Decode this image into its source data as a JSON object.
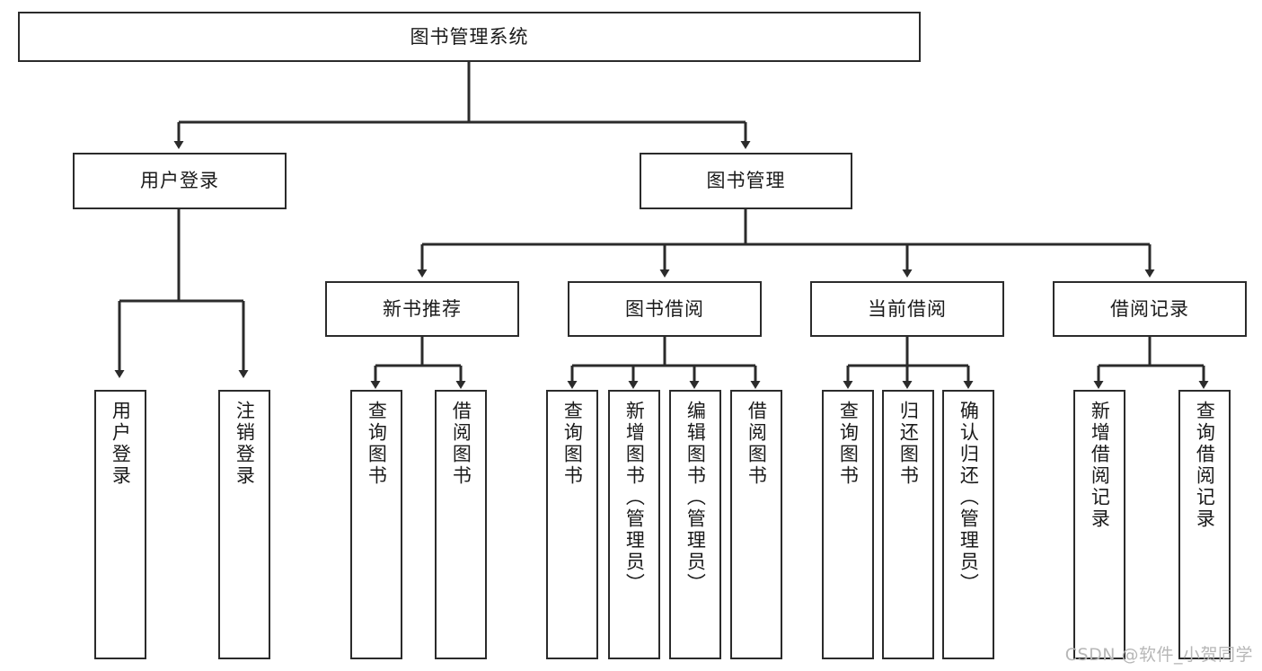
{
  "diagram": {
    "title": "图书管理系统",
    "type": "hierarchy-tree",
    "root": {
      "label": "图书管理系统"
    },
    "level2": [
      {
        "label": "用户登录"
      },
      {
        "label": "图书管理"
      }
    ],
    "level3": [
      {
        "label": "新书推荐"
      },
      {
        "label": "图书借阅"
      },
      {
        "label": "当前借阅"
      },
      {
        "label": "借阅记录"
      }
    ],
    "leaves": {
      "user_login": [
        {
          "label": "用户登录"
        },
        {
          "label": "注销登录"
        }
      ],
      "new_book_recommend": [
        {
          "label": "查询图书"
        },
        {
          "label": "借阅图书"
        }
      ],
      "book_borrow": [
        {
          "label": "查询图书"
        },
        {
          "label": "新增图书（管理员）"
        },
        {
          "label": "编辑图书（管理员）"
        },
        {
          "label": "借阅图书"
        }
      ],
      "current_borrow": [
        {
          "label": "查询图书"
        },
        {
          "label": "归还图书"
        },
        {
          "label": "确认归还（管理员）"
        }
      ],
      "borrow_record": [
        {
          "label": "新增借阅记录"
        },
        {
          "label": "查询借阅记录"
        }
      ]
    }
  },
  "watermark": {
    "text": "CSDN @软件_小贺同学"
  },
  "colors": {
    "border": "#2b2b2b",
    "text": "#1a1a1a",
    "background": "#ffffff",
    "watermark": "#b7b7b7"
  }
}
